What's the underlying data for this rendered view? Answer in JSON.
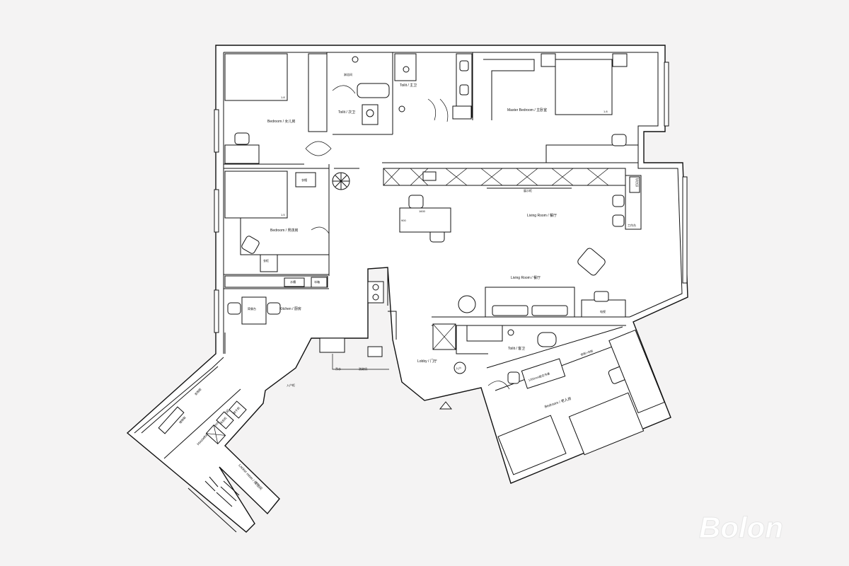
{
  "rooms": {
    "bedroom_daughter": "Bedroom / 女儿房",
    "bedroom_son": "Bedroom / 男孩房",
    "toilet_guest": "Toilit / 次卫",
    "toilet_master": "Toilit / 主卫",
    "master_bedroom": "Master Bedroom / 主卧室",
    "living_room_top": "Living Room / 餐厅",
    "living_room_mid": "Living Room / 餐厅",
    "kitchen": "Kitchen / 厨房",
    "lobby": "Lobby / 门厅",
    "toilet_lobby": "Toilit / 客卫",
    "bedroom_elder": "Bedroom / 老人房",
    "housekeeping_room": "Housekeeping Room / 家政间",
    "locker_room": "Locker room / 储物间"
  },
  "labels": {
    "bed_size_1": "1.8",
    "bed_size_2": "1.5",
    "bed_size_3": "1.8",
    "shower": "淋浴间",
    "wardrobe_tag": "衣帽",
    "table_width": "1600",
    "table_depth": "900",
    "wall_cabinet": "玄关储物柜",
    "work_desk": "工作台",
    "printer": "打印机",
    "breakfast_bar": "简餐台",
    "tv_wall": "电视",
    "fridge": "冰箱",
    "sink": "水槽",
    "water_outlet": "净水",
    "dishwasher_label": "洗碗机",
    "shoe_cabinet": "鞋柜",
    "entry_cabinet": "入户柜",
    "desk_1200": "1200mm座位书桌",
    "wardrobe_elder": "衣柜+书柜",
    "washer": "洗衣机",
    "dryer": "烘干机",
    "storage_shelves": "储物架",
    "hk_cabinet": "家政柜",
    "entrance_badge": "入户",
    "display_cabinet": "展示柜",
    "cabinet_small": "衣柜"
  },
  "watermark": "Bolon"
}
